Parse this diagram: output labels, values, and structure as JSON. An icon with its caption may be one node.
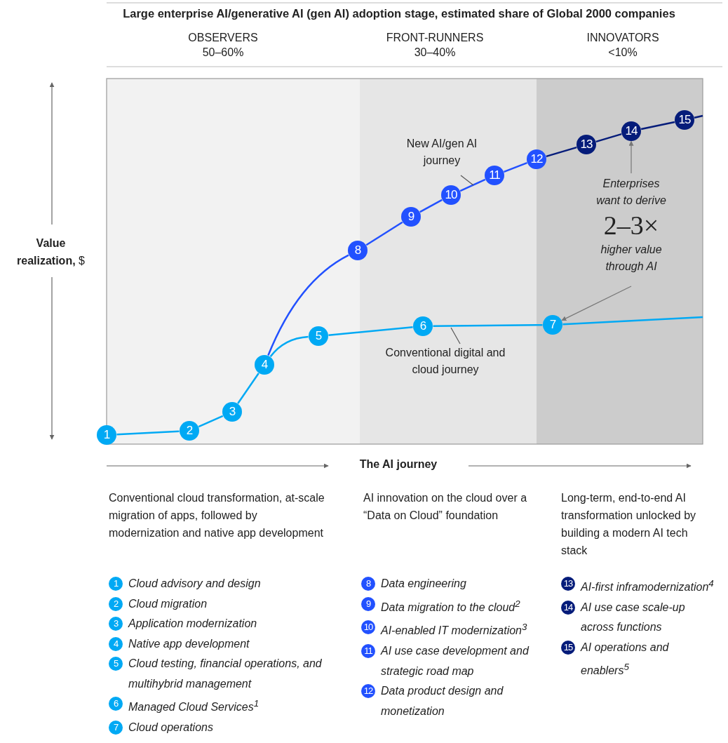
{
  "diagram": {
    "title": "Large enterprise AI/generative AI (gen AI) adoption stage, estimated share of Global 2000 companies",
    "nodes": [
      {
        "text": [
          "1"
        ]
      },
      {
        "text": [
          "2"
        ]
      },
      {
        "text": [
          "3"
        ]
      },
      {
        "text": [
          "4"
        ]
      },
      {
        "text": [
          "5"
        ]
      },
      {
        "text": [
          "6"
        ]
      },
      {
        "text": [
          "7"
        ]
      },
      {
        "text": [
          "8"
        ]
      },
      {
        "text": [
          "9"
        ]
      },
      {
        "text": [
          "10"
        ]
      },
      {
        "text": [
          "11"
        ]
      },
      {
        "text": [
          "12"
        ]
      },
      {
        "text": [
          "13"
        ]
      },
      {
        "text": [
          "14"
        ]
      },
      {
        "text": [
          "15"
        ]
      },
      {
        "text": [
          "New AI/gen AI journey"
        ]
      },
      {
        "text": [
          "Conventional digital and cloud journey"
        ]
      },
      {
        "text": [
          "Enterprises want to derive",
          "2–3×",
          "higher value through AI"
        ]
      }
    ],
    "edges": [
      {
        "from": 0,
        "to": 1,
        "arrow": "none"
      },
      {
        "from": 1,
        "to": 2,
        "arrow": "none"
      },
      {
        "from": 2,
        "to": 3,
        "arrow": "none"
      },
      {
        "from": 3,
        "to": 4,
        "arrow": "none"
      },
      {
        "from": 4,
        "to": 5,
        "arrow": "none"
      },
      {
        "from": 5,
        "to": 6,
        "arrow": "none"
      },
      {
        "from": 3,
        "to": 7,
        "arrow": "none",
        "color": "#2251ff"
      },
      {
        "from": 7,
        "to": 8,
        "arrow": "none",
        "color": "#2251ff"
      },
      {
        "from": 8,
        "to": 9,
        "arrow": "none",
        "color": "#2251ff"
      },
      {
        "from": 9,
        "to": 10,
        "arrow": "none",
        "color": "#2251ff"
      },
      {
        "from": 10,
        "to": 11,
        "arrow": "none",
        "color": "#2251ff"
      },
      {
        "from": 11,
        "to": 12,
        "arrow": "none",
        "color": "#051c7a"
      },
      {
        "from": 12,
        "to": 13,
        "arrow": "none",
        "color": "#051c7a"
      },
      {
        "from": 13,
        "to": 14,
        "arrow": "none",
        "color": "#051c7a"
      },
      {
        "from": 15,
        "to": null,
        "arrow": "none",
        "color": "#555555"
      },
      {
        "from": 16,
        "to": null,
        "arrow": "none",
        "color": "#555555"
      },
      {
        "from": 17,
        "to": 13,
        "arrow": "to",
        "color": "#777777"
      },
      {
        "from": 17,
        "to": 6,
        "arrow": "to",
        "color": "#777777"
      }
    ],
    "labels": [
      "OBSERVERS",
      "50–60%",
      "FRONT-RUNNERS",
      "30–40%",
      "INNOVATORS",
      "<10%",
      "**Value realization,** $",
      "The AI journey",
      "Conventional cloud transformation, at-scale migration of apps, followed by modernization and native app development",
      "AI innovation on the cloud over a “Data on Cloud” foundation",
      "Long-term, end-to-end AI transformation unlocked by building a modern AI tech stack",
      "1",
      "Cloud advisory and design",
      "2",
      "Cloud migration",
      "3",
      "Application modernization",
      "4",
      "Native app development",
      "5",
      "Cloud testing, financial operations, and multihybrid management",
      "6",
      "Managed Cloud Services$^{1}$",
      "7",
      "Cloud operations",
      "8",
      "Data engineering",
      "9",
      "Data migration to the cloud$^{2}$",
      "10",
      "AI-enabled IT modernization$^{3}$",
      "11",
      "AI use case development and strategic road map",
      "12",
      "Data product design and monetization",
      "13",
      "AI-first inframodernization$^{4}$",
      "14",
      "AI use case scale-up across functions",
      "15",
      "AI operations and enablers$^{5}$"
    ]
  }
}
